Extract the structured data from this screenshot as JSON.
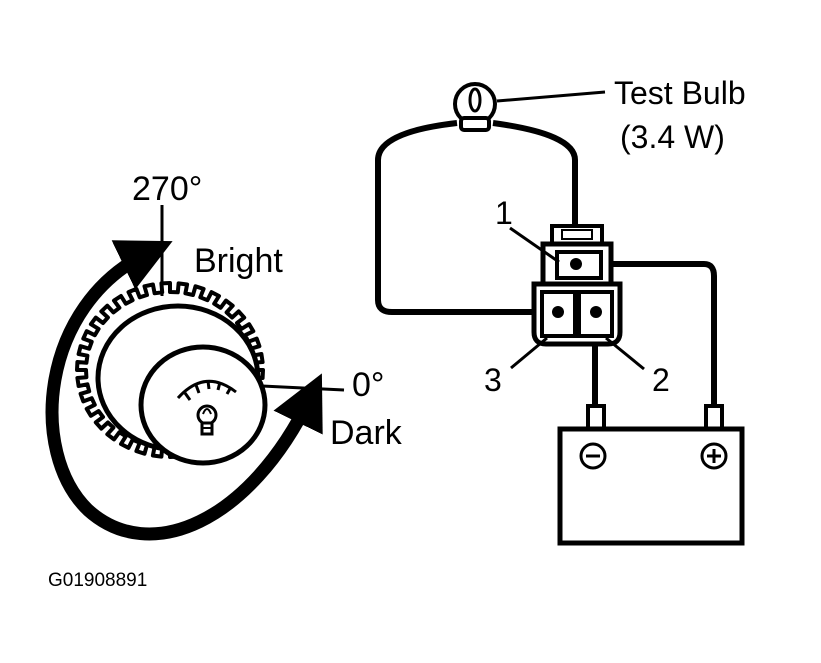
{
  "knob": {
    "angle_max": "270°",
    "angle_min": "0°",
    "bright_label": "Bright",
    "dark_label": "Dark"
  },
  "test_bulb": {
    "name": "Test Bulb",
    "rating": "(3.4 W)"
  },
  "connector": {
    "terminal_1": "1",
    "terminal_2": "2",
    "terminal_3": "3"
  },
  "battery": {
    "negative_symbol": "−",
    "positive_symbol": "+"
  },
  "figure_id": "G01908891"
}
